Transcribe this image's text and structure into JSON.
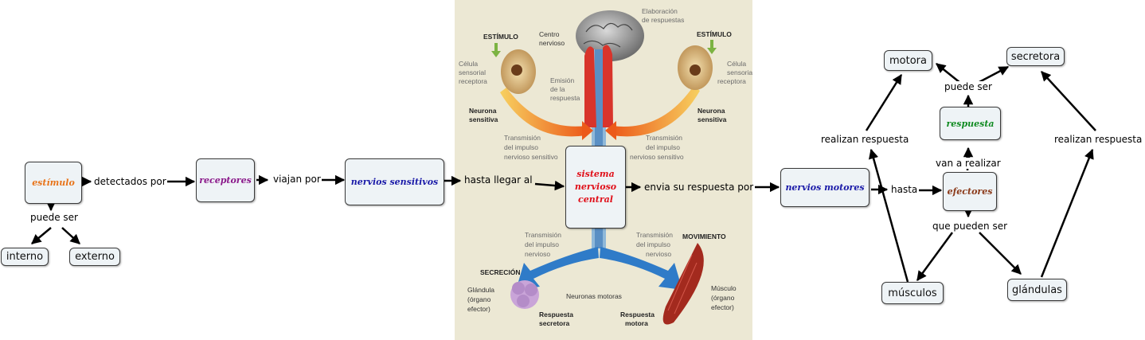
{
  "nodes": {
    "estimulo": "estímulo",
    "interno": "interno",
    "externo": "externo",
    "receptores": "receptores",
    "nervios_sensitivos": "nervios sensitivos",
    "snc": "sistema nervioso central",
    "nervios_motores": "nervios motores",
    "efectores": "efectores",
    "respuesta": "respuesta",
    "motora": "motora",
    "secretora": "secretora",
    "musculos": "músculos",
    "glandulas": "glándulas"
  },
  "links": {
    "puede_ser_1": "puede ser",
    "detectados_por": "detectados por",
    "viajan_por": "viajan por",
    "hasta_llegar_al": "hasta llegar al",
    "envia_su_respuesta_por": "envia su respuesta por",
    "hasta": "hasta",
    "van_a_realizar": "van a realizar",
    "puede_ser_2": "puede ser",
    "que_pueden_ser": "que pueden ser",
    "realizan_respuesta_left": "realizan respuesta",
    "realizan_respuesta_right": "realizan respuesta"
  },
  "illustration": {
    "estimulo_left": "ESTÍMULO",
    "estimulo_right": "ESTÍMULO",
    "centro_nervioso_1": "Centro",
    "centro_nervioso_2": "nervioso",
    "elaboracion_1": "Elaboración",
    "elaboracion_2": "de respuestas",
    "celula_l_1": "Célula",
    "celula_l_2": "sensorial",
    "celula_l_3": "receptora",
    "celula_r_1": "Célula",
    "celula_r_2": "sensorial",
    "celula_r_3": "receptora",
    "emision_1": "Emisión",
    "emision_2": "de la",
    "emision_3": "respuesta",
    "neurona_l_1": "Neurona",
    "neurona_l_2": "sensitiva",
    "neurona_r_1": "Neurona",
    "neurona_r_2": "sensitiva",
    "trans_l_1": "Transmisión",
    "trans_l_2": "del impulso",
    "trans_l_3": "nervioso sensitivo",
    "trans_r_1": "Transmisión",
    "trans_r_2": "del impulso",
    "trans_r_3": "nervioso sensitivo",
    "trans_bl_1": "Transmisión",
    "trans_bl_2": "del impulso",
    "trans_bl_3": "nervioso",
    "trans_br_1": "Transmisión",
    "trans_br_2": "del impulso",
    "trans_br_3": "nervioso",
    "secrecion": "SECRECIÓN",
    "movimiento": "MOVIMIENTO",
    "glandula_1": "Glándula",
    "glandula_2": "(órgano",
    "glandula_3": "efector)",
    "musculo_1": "Músculo",
    "musculo_2": "(órgano",
    "musculo_3": "efector)",
    "neuronas_motoras": "Neuronas motoras",
    "resp_secretora_1": "Respuesta",
    "resp_secretora_2": "secretora",
    "resp_motora_1": "Respuesta",
    "resp_motora_2": "motora"
  },
  "colors": {
    "estimulo": "#e8741a",
    "receptores": "#8b1a8b",
    "nervios": "#1a1aa8",
    "snc": "#e0101a",
    "efectores": "#8b3a1a",
    "respuesta": "#118b22",
    "illustration_bg": "#ece8d4"
  }
}
